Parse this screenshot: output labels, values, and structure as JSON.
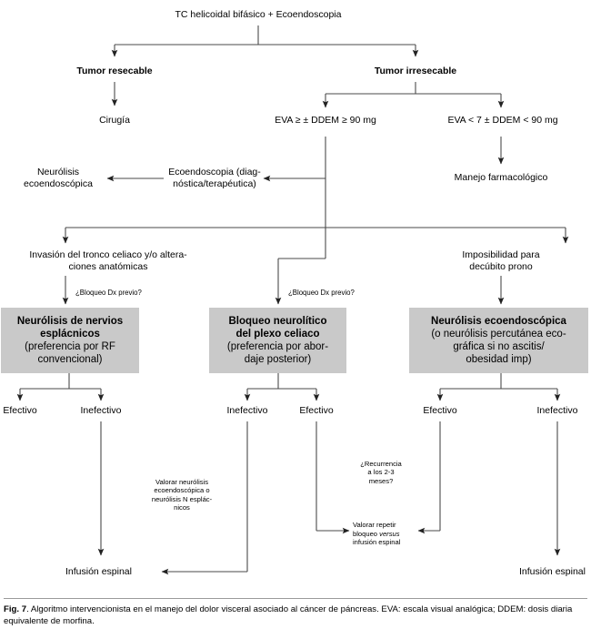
{
  "figure": {
    "title": "Algoritmo intervencionista en el manejo del dolor visceral asociado al cáncer de páncreas",
    "caption_label": "Fig. 7",
    "caption_text": ". Algoritmo intervencionista en el manejo del dolor visceral asociado al cáncer de páncreas. EVA: escala visual analógica; DDEM: dosis diaria equivalente de morfina.",
    "box_fill_color": "#c9c9c9",
    "line_color": "#3a3a3a",
    "text_color": "#000000"
  },
  "nodes": {
    "root": "TC helicoidal bifásico + Ecoendoscopia",
    "resectable": "Tumor resecable",
    "irresectable": "Tumor irresecable",
    "surgery": "Cirugía",
    "eva_high": "EVA ≥ ± DDEM ≥ 90 mg",
    "eva_low": "EVA < 7 ± DDEM < 90 mg",
    "eus_diag": "Ecoendoscopia (diag-\nnóstica/terapéutica)",
    "eus_neurolysis": "Neurólisis\necoendoscópica",
    "pharma": "Manejo farmacológico",
    "celiac_invasion": "Invasión del tronco celiaco y/o altera-\nciones anatómicas",
    "prone_impossible": "Imposibilidad para\ndecúbito prono"
  },
  "branch_labels": {
    "block_dx_1": "¿Bloqueo Dx previo?",
    "block_dx_2": "¿Bloqueo Dx previo?"
  },
  "gray_boxes": [
    {
      "id": "splanchnic-nerve-neurolysis",
      "bold_lines": "Neurólisis de nervios\nesplácnicos",
      "normal_lines": "(preferencia por RF\nconvencional)"
    },
    {
      "id": "celiac-plexus-block",
      "bold_lines": "Bloqueo neurolítico\ndel plexo celiaco",
      "normal_lines": "(preferencia por abor-\ndaje posterior)"
    },
    {
      "id": "eus-neurolysis",
      "bold_lines": "Neurólisis ecoendoscópica",
      "normal_lines": "(o neurólisis percutánea eco-\ngráfica si no ascitis/\nobesidad imp)"
    }
  ],
  "outcomes": {
    "effective": "Efectivo",
    "ineffective": "Inefectivo",
    "o1_left": "Efectivo",
    "o1_right": "Inefectivo",
    "o2_left": "Inefectivo",
    "o2_right": "Efectivo",
    "o3_left": "Efectivo",
    "o3_right": "Inefectivo"
  },
  "annotations": {
    "assess_neurolysis": "Valorar neurólisis\necoendoscópica o\nneurólisis N esplác-\nnicos",
    "recurrence_question": "¿Recurrencia\na los 2-3\nmeses?",
    "repeat_block_pre": "Valorar repetir\nbloqueo ",
    "repeat_block_italic": "versus",
    "repeat_block_post": "\ninfusión espinal"
  },
  "terminals": {
    "spinal_infusion_left": "Infusión espinal",
    "spinal_infusion_right": "Infusión espinal"
  }
}
